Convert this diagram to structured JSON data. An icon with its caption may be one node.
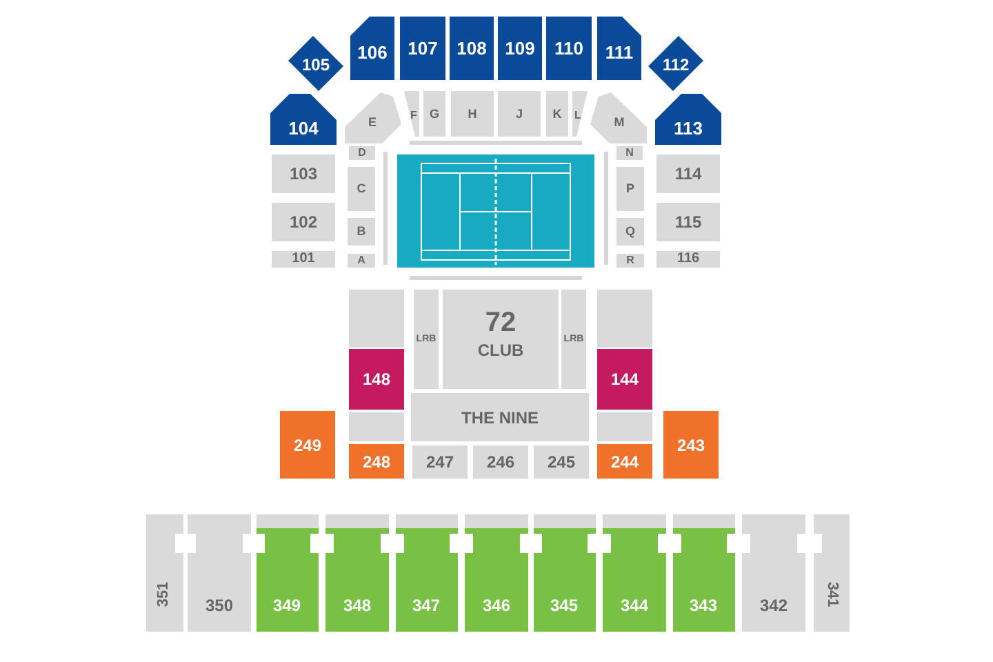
{
  "diagram": {
    "nodes": [
      {
        "text": [
          "106"
        ]
      },
      {
        "text": [
          "107"
        ]
      },
      {
        "text": [
          "108"
        ]
      },
      {
        "text": [
          "109"
        ]
      },
      {
        "text": [
          "110"
        ]
      },
      {
        "text": [
          "111"
        ]
      },
      {
        "text": [
          "105"
        ]
      },
      {
        "text": [
          "112"
        ]
      },
      {
        "text": [
          "104"
        ]
      },
      {
        "text": [
          "E"
        ]
      },
      {
        "text": [
          "F"
        ]
      },
      {
        "text": [
          "G"
        ]
      },
      {
        "text": [
          "H"
        ]
      },
      {
        "text": [
          "J"
        ]
      },
      {
        "text": [
          "K"
        ]
      },
      {
        "text": [
          "L"
        ]
      },
      {
        "text": [
          "M"
        ]
      },
      {
        "text": [
          "113"
        ]
      },
      {
        "text": [
          "D"
        ]
      },
      {
        "text": [
          "N"
        ]
      },
      {
        "text": [
          "103"
        ]
      },
      {
        "text": [
          "C"
        ]
      },
      {
        "text": [
          "P"
        ]
      },
      {
        "text": [
          "114"
        ]
      },
      {
        "text": [
          "102"
        ]
      },
      {
        "text": [
          "B"
        ]
      },
      {
        "text": [
          "Q"
        ]
      },
      {
        "text": [
          "115"
        ]
      },
      {
        "text": [
          "101"
        ]
      },
      {
        "text": [
          "A"
        ]
      },
      {
        "text": [
          "R"
        ]
      },
      {
        "text": [
          "116"
        ]
      },
      {
        "text": [],
        "shape": "box"
      },
      {
        "text": [
          "LRB"
        ]
      },
      {
        "text": [
          "72",
          "CLUB"
        ]
      },
      {
        "text": [
          "LRB"
        ]
      },
      {
        "text": [],
        "shape": "box"
      },
      {
        "text": [
          "148"
        ]
      },
      {
        "text": [
          "144"
        ]
      },
      {
        "text": [
          "THE NINE"
        ]
      },
      {
        "text": [
          "249"
        ]
      },
      {
        "text": [],
        "shape": "box"
      },
      {
        "text": [],
        "shape": "box"
      },
      {
        "text": [
          "243"
        ]
      },
      {
        "text": [
          "248"
        ]
      },
      {
        "text": [
          "247"
        ]
      },
      {
        "text": [
          "246"
        ]
      },
      {
        "text": [
          "245"
        ]
      },
      {
        "text": [
          "244"
        ]
      },
      {
        "text": [
          "351"
        ]
      },
      {
        "text": [
          "350"
        ]
      },
      {
        "text": [
          "349"
        ]
      },
      {
        "text": [
          "348"
        ]
      },
      {
        "text": [
          "347"
        ]
      },
      {
        "text": [
          "346"
        ]
      },
      {
        "text": [
          "345"
        ]
      },
      {
        "text": [
          "344"
        ]
      },
      {
        "text": [
          "343"
        ]
      },
      {
        "text": [
          "342"
        ]
      },
      {
        "text": [
          "341"
        ]
      }
    ]
  }
}
